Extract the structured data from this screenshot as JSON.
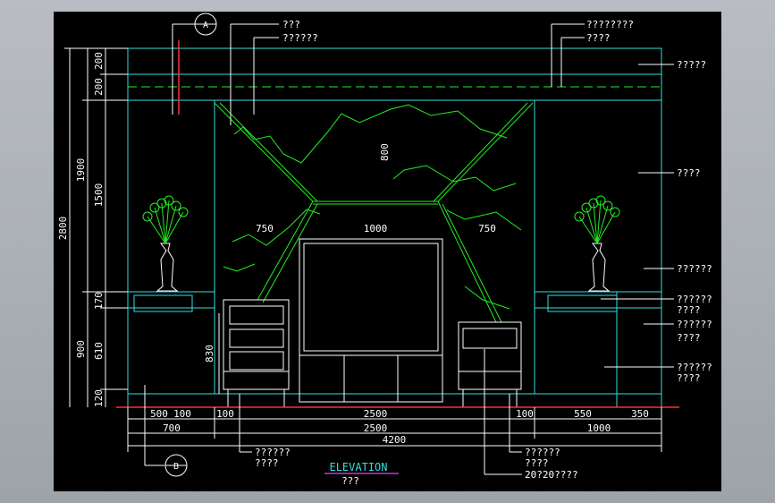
{
  "colors": {
    "background": "#000000",
    "frame": "#aeb2b8",
    "outline": "#2fe0e0",
    "dimension": "#ffffff",
    "annotation": "#22ee22",
    "accent": "#ff3030",
    "title_underline": "#cc33cc",
    "centerline": "#22ee22"
  },
  "markers": {
    "top": "A",
    "bottom": "B"
  },
  "callouts_left": [
    "???",
    "??????"
  ],
  "callouts_right": [
    "????????",
    "????",
    "?????",
    "????",
    "??????",
    "??????",
    "????",
    "??????",
    "????",
    "??????",
    "????"
  ],
  "callouts_bottom": [
    "??????",
    "????",
    "??????",
    "????",
    "20?20????"
  ],
  "dims_left_outer": [
    "2800"
  ],
  "dims_left_middle": [
    "1900",
    "900"
  ],
  "dims_left_inner": [
    "200",
    "200",
    "1500",
    "170",
    "610",
    "120"
  ],
  "dim_830": "830",
  "dim_800": "800",
  "dims_inner_top": [
    "750",
    "1000",
    "750"
  ],
  "dims_bottom_row1": [
    "500",
    "100",
    "100",
    "2500",
    "100",
    "550",
    "350"
  ],
  "dims_bottom_row2": [
    "700",
    "2500",
    "1000"
  ],
  "dims_bottom_row3": [
    "4200"
  ],
  "title": "ELEVATION",
  "subtitle": "???"
}
